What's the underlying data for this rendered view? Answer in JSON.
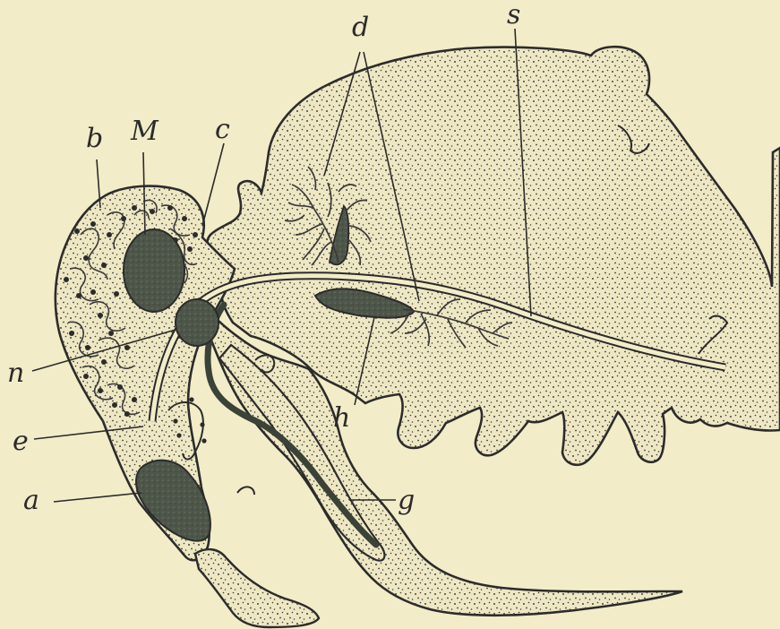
{
  "colors": {
    "paper": "#f2ecc9",
    "ink": "#2b2b2b",
    "tissue_fill": "#eee7c3",
    "stipple": "#3a3a3a",
    "organ_fill": "#4e564a"
  },
  "labels": {
    "d": "d",
    "s": "s",
    "b": "b",
    "M": "M",
    "c": "c",
    "n": "n",
    "h": "h",
    "e": "e",
    "a": "a",
    "g": "g"
  }
}
